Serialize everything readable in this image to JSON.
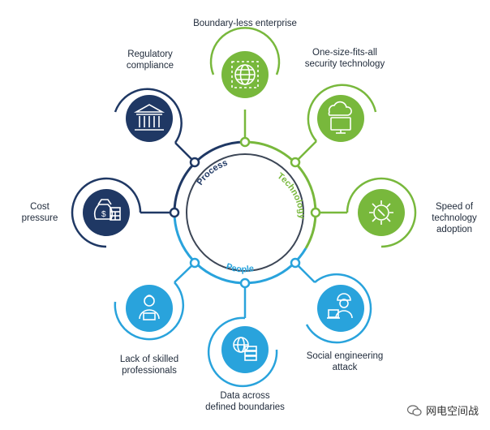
{
  "labels": {
    "boundaryless": "Boundary-less enterprise",
    "one_size": "One-size-fits-all\nsecurity technology",
    "speed": "Speed of\ntechnology\nadoption",
    "social": "Social engineering\nattack",
    "data": "Data across\ndefined boundaries",
    "skilled": "Lack of skilled\nprofessionals",
    "cost": "Cost\npressure",
    "regulatory": "Regulatory\ncompliance"
  },
  "ring": {
    "process": "Process",
    "technology": "Technology",
    "people": "People"
  },
  "watermark": "网电空间战",
  "colors": {
    "navy": "#1f3864",
    "green": "#78b83c",
    "blue": "#29a3dc",
    "hub": "#3c4656"
  }
}
